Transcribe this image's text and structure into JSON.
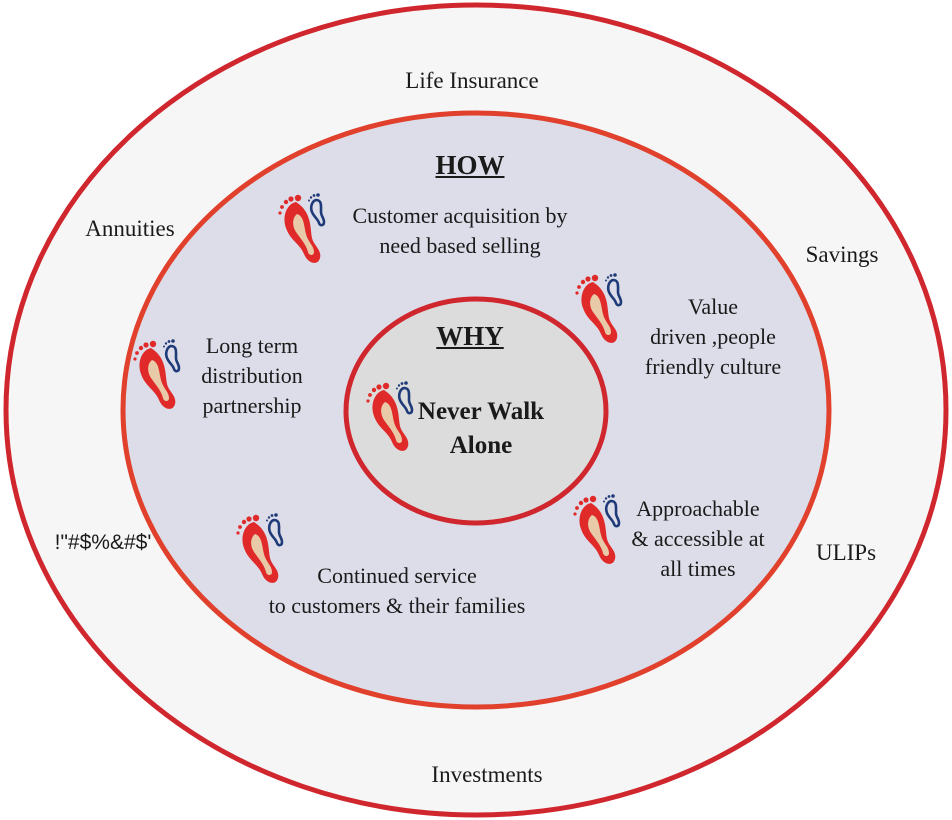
{
  "outer_ring": {
    "top": "Life Insurance",
    "left": "Annuities",
    "right": "Savings",
    "lower_right": "ULIPs",
    "lower_left": "!\"#$%&#$'",
    "bottom": "Investments"
  },
  "how_ring": {
    "heading": "HOW",
    "items": [
      {
        "lines": [
          "Customer acquisition by",
          "need based selling"
        ]
      },
      {
        "lines": [
          "Value",
          "driven ,people",
          "friendly culture"
        ]
      },
      {
        "lines": [
          "Long term",
          "distribution",
          "partnership"
        ]
      },
      {
        "lines": [
          "Approachable",
          "& accessible at",
          "all times"
        ]
      },
      {
        "lines": [
          "Continued service",
          "to customers & their families"
        ]
      }
    ]
  },
  "why_core": {
    "heading": "WHY",
    "lines": [
      "Never Walk",
      "Alone"
    ]
  },
  "colors": {
    "outer_border": "#d0262e",
    "how_border": "#e0402c",
    "how_fill": "#dcdde9",
    "core_border": "#d0262e",
    "core_fill": "#dcdcdc",
    "outer_fill": "#f6f6f6",
    "footprint_red": "#e02a2a",
    "footprint_skin": "#e8c9a8",
    "footprint_blue": "#1f3a78"
  },
  "icons": [
    "footprint-icon"
  ]
}
